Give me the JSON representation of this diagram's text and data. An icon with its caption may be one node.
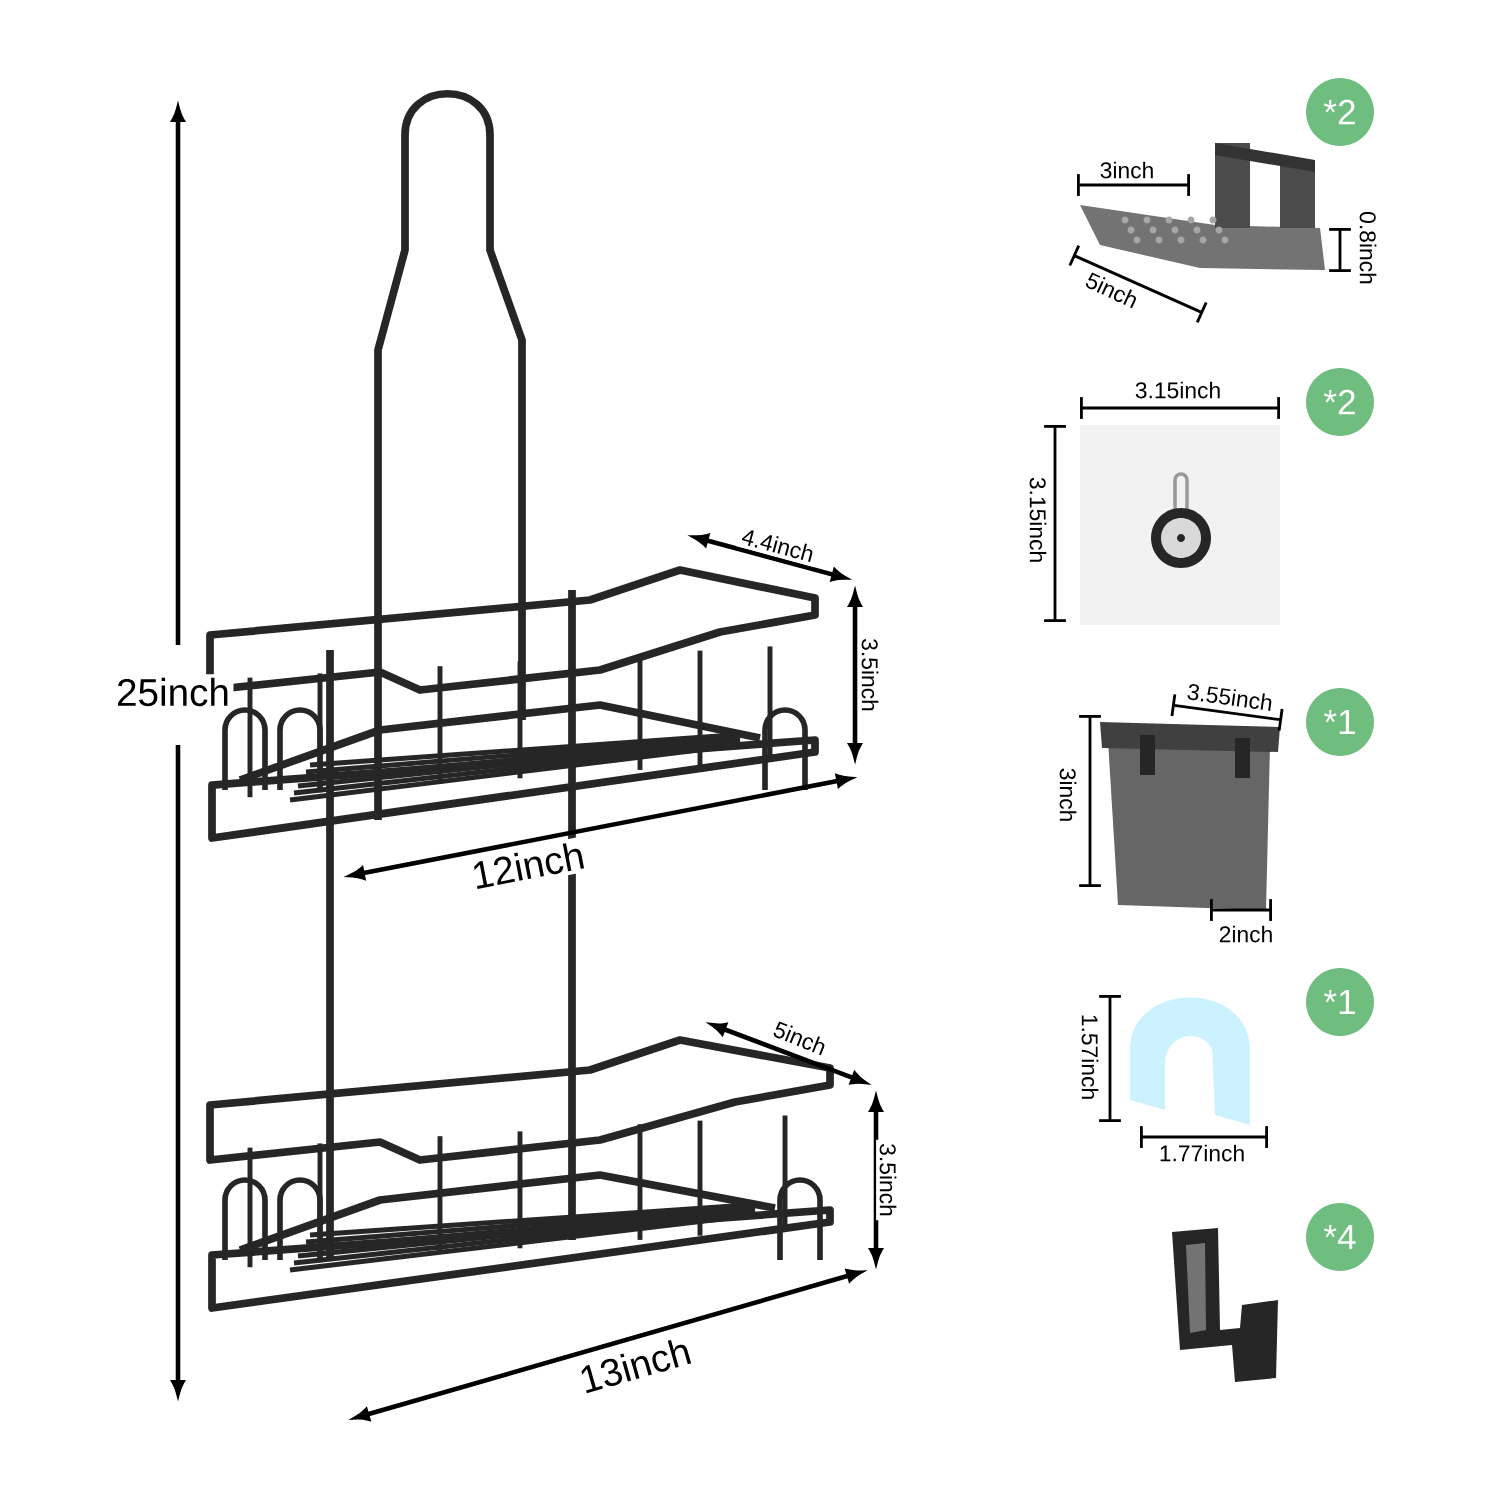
{
  "diagram": {
    "nodes": [
      {
        "text": [
          "*2"
        ]
      },
      {
        "text": [
          "*2"
        ]
      },
      {
        "text": [
          "*1"
        ]
      },
      {
        "text": [
          "*1"
        ]
      },
      {
        "text": [
          "*4"
        ]
      }
    ],
    "labels": [
      "3inch",
      "0.8inch",
      "5inch",
      "3.15inch",
      "3.15inch",
      "4.4inch",
      "3.5inch",
      "25inch",
      "3.55inch",
      "3inch",
      "12inch",
      "2inch",
      "5inch",
      "1.57inch",
      "1.77inch",
      "3.5inch",
      "13inch"
    ]
  }
}
